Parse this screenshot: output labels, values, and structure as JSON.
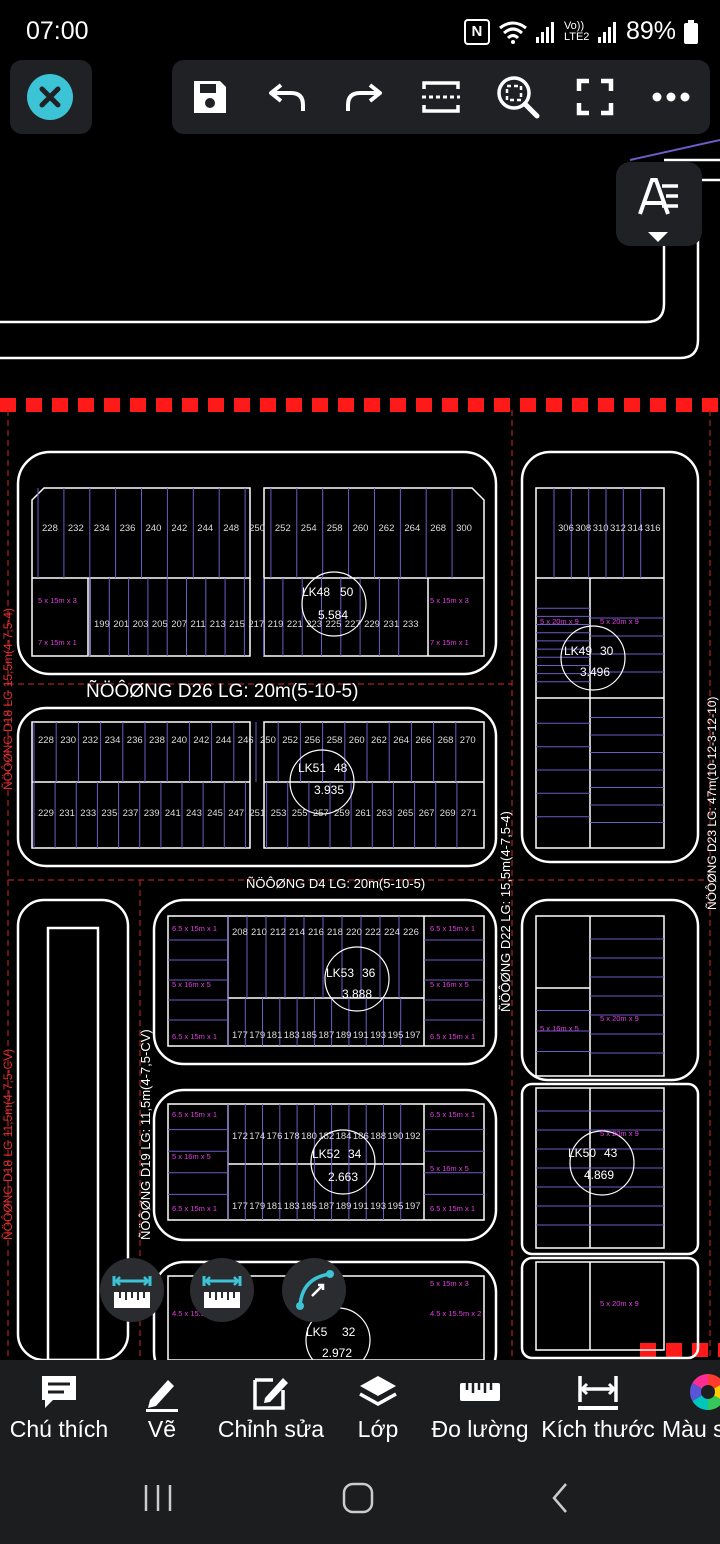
{
  "status_bar": {
    "time": "07:00",
    "nfc": "N",
    "volte": "Vo)) LTE2",
    "battery": "89%"
  },
  "toolbar": {
    "close_icon": "close-icon",
    "buttons": [
      {
        "icon": "save-icon"
      },
      {
        "icon": "undo-icon"
      },
      {
        "icon": "redo-icon"
      },
      {
        "icon": "select-window-icon"
      },
      {
        "icon": "zoom-extent-icon"
      },
      {
        "icon": "fullscreen-icon"
      },
      {
        "icon": "more-icon"
      }
    ],
    "text_style_icon": "text-style-icon"
  },
  "drawing": {
    "colors": {
      "lines": "#ffffff",
      "lots": "#6c5cc8",
      "labels_pink": "#e040e0",
      "boundary_red": "#ff1a1a"
    },
    "road_labels": {
      "d26": "ÑÖÔØNG D26 LG: 20m(5-10-5)",
      "d4": "ÑÖÔØNG D4 LG: 20m(5-10-5)",
      "d18_upper": "ÑÖÔØNG D18 LG 15,5m(4-7,5-4)",
      "d18_lower": "ÑÖÔØNG D18 LG 11,5m(4-7,5-CV)",
      "d19": "ÑÖÔØNG D19 LG: 11,5m(4-7,5-CV)",
      "d22": "ÑÖÔØNG D22 LG: 15,5m(4-7,5-4)",
      "d23": "ÑÖÔØNG D23 LG: 47m(10-12-3-12-10)"
    },
    "blocks": [
      {
        "name": "LK48",
        "count": "50",
        "area": "5.584"
      },
      {
        "name": "LK49",
        "count": "30",
        "area": "3.496"
      },
      {
        "name": "LK51",
        "count": "48",
        "area": "3.935"
      },
      {
        "name": "LK53",
        "count": "36",
        "area": "3.888"
      },
      {
        "name": "LK52",
        "count": "34",
        "area": "2.663"
      },
      {
        "name": "LK50",
        "count": "43",
        "area": "4.869"
      },
      {
        "name": "LK5",
        "count": "32",
        "area": "2.972"
      }
    ],
    "lot_rows": {
      "r1": [
        "228",
        "232",
        "234",
        "236",
        "240",
        "242",
        "244",
        "248",
        "250",
        "252",
        "254",
        "258",
        "260",
        "262",
        "264",
        "268",
        "300"
      ],
      "r2": [
        "199",
        "201",
        "203",
        "205",
        "207",
        "211",
        "213",
        "215",
        "217",
        "219",
        "221",
        "223",
        "225",
        "227",
        "229",
        "231",
        "233"
      ],
      "r3": [
        "228",
        "230",
        "232",
        "234",
        "236",
        "238",
        "240",
        "242",
        "244",
        "246",
        "250",
        "252",
        "256",
        "258",
        "260",
        "262",
        "264",
        "266",
        "268",
        "270"
      ],
      "r4": [
        "229",
        "231",
        "233",
        "235",
        "237",
        "239",
        "241",
        "243",
        "245",
        "247",
        "251",
        "253",
        "255",
        "257",
        "259",
        "261",
        "263",
        "265",
        "267",
        "269",
        "271"
      ],
      "r5": [
        "208",
        "210",
        "212",
        "214",
        "216",
        "218",
        "220",
        "222",
        "224",
        "226"
      ],
      "r6": [
        "177",
        "179",
        "181",
        "183",
        "185",
        "187",
        "189",
        "191",
        "193",
        "195",
        "197"
      ],
      "r7": [
        "172",
        "174",
        "176",
        "178",
        "180",
        "182",
        "184",
        "186",
        "188",
        "190",
        "192"
      ],
      "r8": [
        "177",
        "179",
        "181",
        "183",
        "185",
        "187",
        "189",
        "191",
        "193",
        "195",
        "197"
      ],
      "rA": [
        "306",
        "308",
        "310",
        "312",
        "314",
        "316"
      ],
      "sizes": [
        "7 x 15m x 1",
        "5 x 15m x 3",
        "5 x 20m x 9",
        "6.5 x 15m x 1",
        "5 x 16m x 5",
        "4.5 x 15.5m x 2"
      ]
    }
  },
  "measure_buttons": [
    {
      "icon": "measure-distance-icon"
    },
    {
      "icon": "measure-length-icon"
    },
    {
      "icon": "measure-arc-icon"
    }
  ],
  "bottom_tools": [
    {
      "label": "Chú thích",
      "icon": "comment-icon"
    },
    {
      "label": "Vẽ",
      "icon": "pencil-icon"
    },
    {
      "label": "Chỉnh sửa",
      "icon": "edit-icon"
    },
    {
      "label": "Lớp",
      "icon": "layers-icon"
    },
    {
      "label": "Đo lường",
      "icon": "ruler-icon"
    },
    {
      "label": "Kích thước",
      "icon": "dimension-icon"
    },
    {
      "label": "Màu s",
      "icon": "color-wheel-icon"
    }
  ],
  "nav_bar": {
    "recent": "recents-icon",
    "home": "home-icon",
    "back": "back-icon"
  }
}
